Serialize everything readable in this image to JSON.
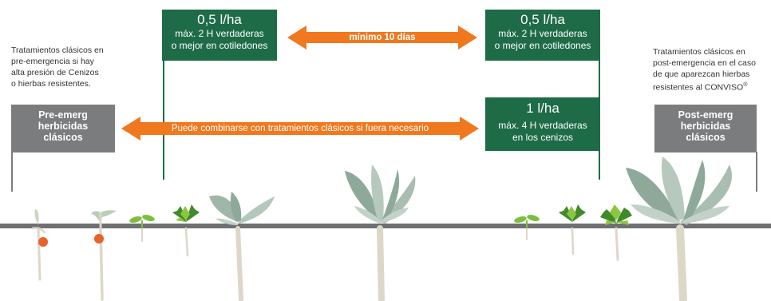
{
  "colors": {
    "green": "#1e6b47",
    "grey": "#7b7c7e",
    "orange": "#f0781e",
    "ground": "#6f7071"
  },
  "left_note": {
    "lines": [
      "Tratamientos clásicos en",
      "pre-emergencia si hay",
      "alta presión de Cenizos",
      "o hierbas resistentes."
    ]
  },
  "right_note": {
    "lines": [
      "Tratamientos clásicos en",
      "post-emergencia en el caso",
      "de que aparezcan hierbas",
      "resistentes al CONVISO"
    ],
    "mark": "®"
  },
  "pre_box": {
    "lines": [
      "Pre-emerg",
      "herbicidas",
      "clásicos"
    ]
  },
  "post_box": {
    "lines": [
      "Post-emerg",
      "herbicidas",
      "clásicos"
    ]
  },
  "dose1": {
    "rate": "0,5 l/ha",
    "lines": [
      "máx. 2 H verdaderas",
      "o mejor en cotiledones"
    ]
  },
  "dose2": {
    "rate": "0,5 l/ha",
    "lines": [
      "máx. 2 H verdaderas",
      "o mejor en cotiledones"
    ]
  },
  "dose3": {
    "rate": "1 l/ha",
    "lines": [
      "máx. 4 H verdaderas",
      "en los cenizos"
    ]
  },
  "arrow_top": {
    "label": "mínimo 10 días"
  },
  "arrow_mid": {
    "label": "Puede combinarse con tratamientos clásicos si fuera necesario"
  }
}
